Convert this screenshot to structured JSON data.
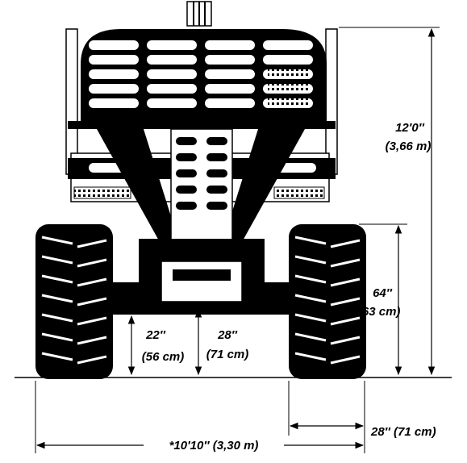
{
  "dimensions": {
    "overall_height": {
      "imperial": "12′0″",
      "metric": "(3,66 m)"
    },
    "frame_height": {
      "imperial": "64″",
      "metric": "(163 cm)"
    },
    "axle_clearance": {
      "imperial": "22″",
      "metric": "(56 cm)"
    },
    "center_clearance": {
      "imperial": "28″",
      "metric": "(71 cm)"
    },
    "tire_width": {
      "imperial": "28″",
      "metric": "(71 cm)"
    },
    "overall_width": {
      "prefix": "*10′10″",
      "metric": "(3,30 m)"
    }
  }
}
